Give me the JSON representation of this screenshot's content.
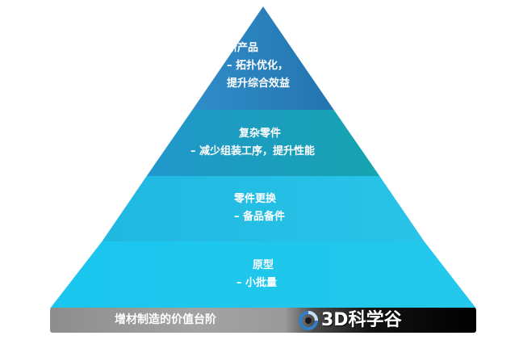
{
  "diagram": {
    "tiers": [
      {
        "id": "new-product",
        "lines": [
          "新产品",
          "– 拓扑优化，",
          "提升综合效益"
        ],
        "color": "#2b7fbd"
      },
      {
        "id": "complex-parts",
        "lines": [
          "复杂零件",
          "– 减少组装工序，提升性能"
        ],
        "color": "#1e9fbf"
      },
      {
        "id": "spare-parts",
        "lines": [
          "零件更换",
          "– 备品备件"
        ],
        "color": "#23c1e3"
      },
      {
        "id": "prototype",
        "lines": [
          "原型",
          "– 小批量"
        ],
        "color": "#1fc6ec"
      }
    ],
    "banner": {
      "caption": "增材制造的价值台阶",
      "logo_text": "3D科学谷",
      "logo_icon": "ring-logo-icon"
    }
  }
}
